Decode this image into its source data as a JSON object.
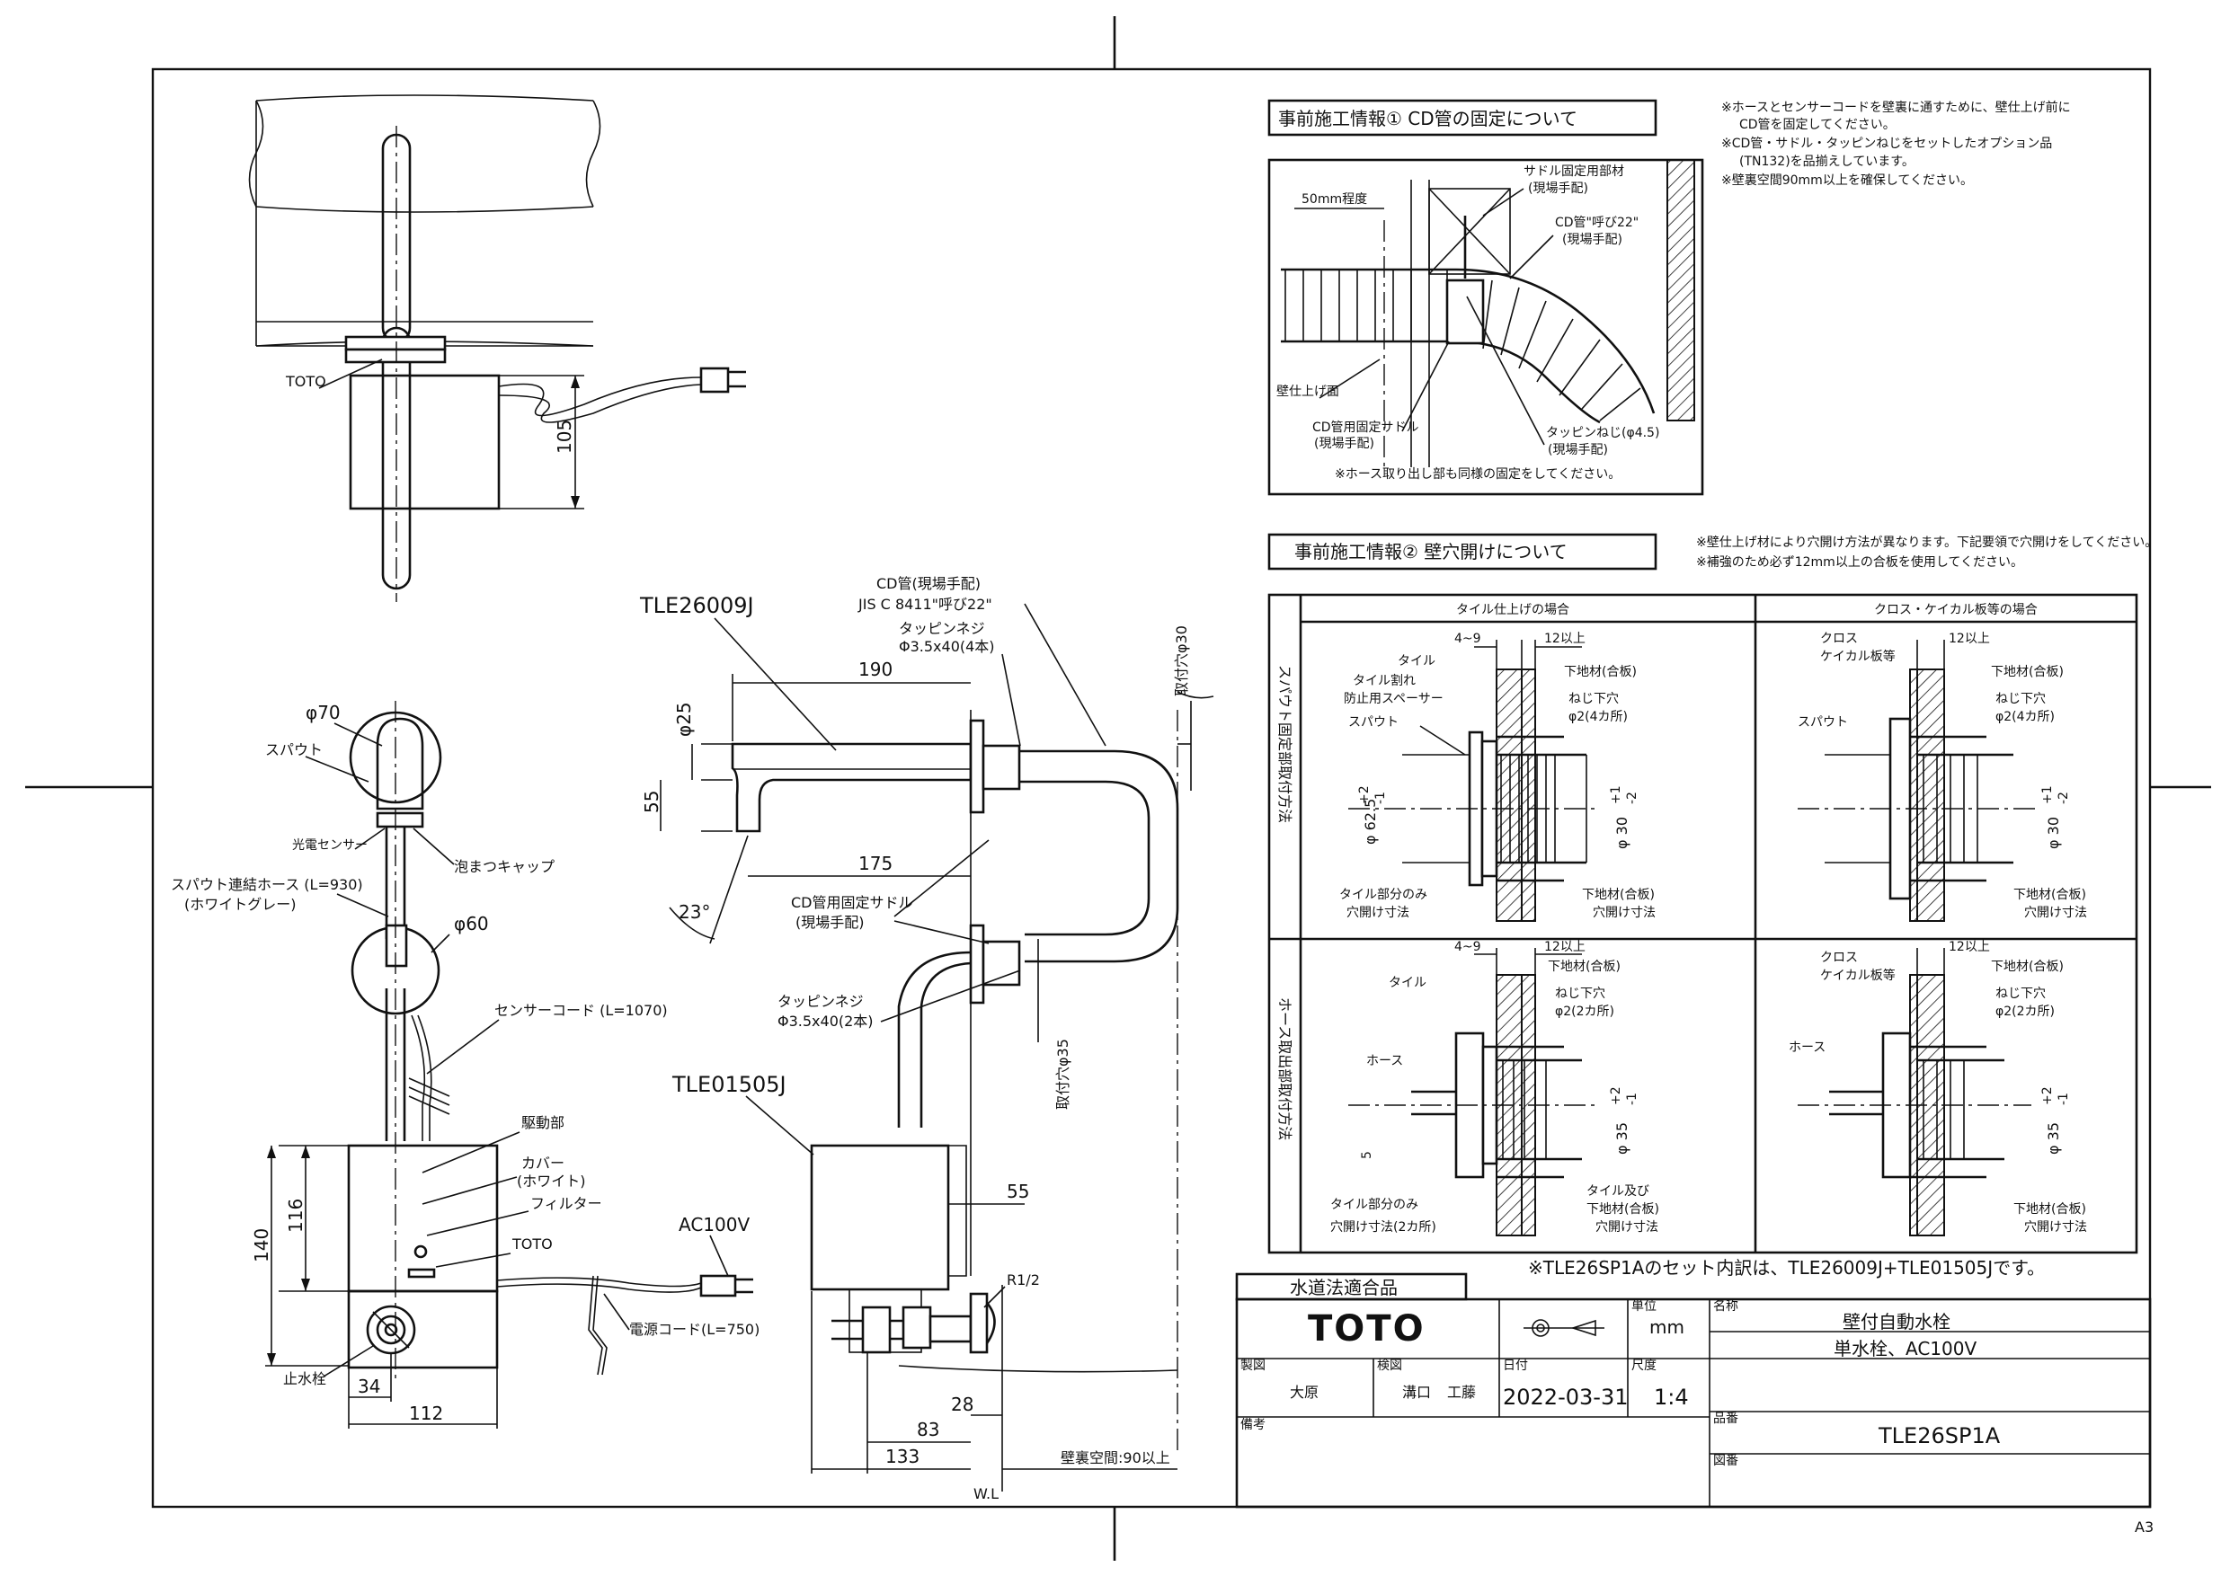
{
  "notes": {
    "prep1_title": "事前施工情報① CD管の固定について",
    "prep1_text_1": "※ホースとセンサーコードを壁裏に通すために、壁仕上げ前に",
    "prep1_text_2": "CD管を固定してください。",
    "prep1_text_3": "※CD管・サドル・タッピンねじをセットしたオプション品",
    "prep1_text_4": "(TN132)を品揃えしています。",
    "prep1_text_5": "※壁裏空間90mm以上を確保してください。",
    "prep2_title": "事前施工情報② 壁穴開けについて",
    "prep2_text_1": "※壁仕上げ材により穴開け方法が異なります。下記要領で穴開けをしてください。",
    "prep2_text_2": "※補強のため必ず12mm以上の合板を使用してください。",
    "set_note": "※TLE26SP1Aのセット内訳は、TLE26009J+TLE01505Jです。",
    "hose_note": "※ホース取り出し部も同様の固定をしてください。"
  },
  "cd_detail": {
    "dim_50": "50mm程度",
    "saddle_member": "サドル固定用部材",
    "saddle_member_2": "(現場手配)",
    "cd_pipe": "CD管\"呼び22\"",
    "cd_pipe_2": "(現場手配)",
    "wall_face": "壁仕上げ面",
    "cd_saddle": "CD管用固定サドル",
    "cd_saddle_2": "(現場手配)",
    "tapping": "タッピンねじ(φ4.5)",
    "tapping_2": "(現場手配)"
  },
  "hole_table": {
    "col_tile": "タイル仕上げの場合",
    "col_cloth": "クロス・ケイカル板等の場合",
    "row_spout": "スパウト固定部取付方法",
    "row_hose": "ホース取出部取付方法",
    "dim_4_9": "4~9",
    "dim_12": "12以上",
    "tile": "タイル",
    "spacer_1": "タイル割れ",
    "spacer_2": "防止用スペーサー",
    "spout": "スパウト",
    "base": "下地材(合板)",
    "screw_hole": "ねじ下穴",
    "screw_4": "φ2(4カ所)",
    "screw_2": "φ2(2カ所)",
    "phi625": "φ 62.5",
    "phi30": "φ 30",
    "phi35": "φ 35",
    "tol_p2": "+2",
    "tol_m1": "-1",
    "tol_p1": "+1",
    "tol_m2": "-2",
    "tile_only_1": "タイル部分のみ",
    "tile_only_2": "穴開け寸法",
    "hole_dim": "穴開け寸法",
    "cloth": "クロス",
    "cal_board": "ケイカル板等",
    "hose": "ホース",
    "dim_5": "5",
    "tile_only_3": "穴開け寸法(2カ所)",
    "tile_and_1": "タイル及び",
    "tile_and_2": "下地材(合板)",
    "base_dim_1": "下地材(合板)",
    "base_dim_2": "穴開け寸法"
  },
  "drawing": {
    "toto_label": "TOTO",
    "dim_105": "105",
    "phi70": "φ70",
    "spout": "スパウト",
    "sensor": "光電センサー",
    "bubble_cap": "泡まつキャップ",
    "spout_hose_1": "スパウト連結ホース (L=930)",
    "spout_hose_2": "(ホワイトグレー)",
    "phi60": "φ60",
    "sensor_cord": "センサーコード (L=1070)",
    "drive": "駆動部",
    "cover_1": "カバー",
    "cover_2": "(ホワイト)",
    "filter": "フィルター",
    "ac100v": "AC100V",
    "power_cord": "電源コード(L=750)",
    "stop_valve": "止水栓",
    "dim_140": "140",
    "dim_116": "116",
    "dim_34": "34",
    "dim_112": "112",
    "tle26009j": "TLE26009J",
    "tle01505j": "TLE01505J",
    "cd_pipe_1": "CD管(現場手配)",
    "cd_pipe_2": "JIS C 8411\"呼び22\"",
    "tap_1": "タッピンネジ",
    "tap_2": "Φ3.5x40(4本)",
    "tap_3": "タッピンネジ",
    "tap_4": "Φ3.5x40(2本)",
    "dim_190": "190",
    "dim_175": "175",
    "dim_25": "φ25",
    "dim_55": "55",
    "dim_23": "23°",
    "cd_saddle_1": "CD管用固定サドル",
    "cd_saddle_2": "(現場手配)",
    "hole30": "取付穴φ30",
    "hole35": "取付穴φ35",
    "dim_55b": "55",
    "r12": "R1/2",
    "dim_28": "28",
    "dim_83": "83",
    "dim_133": "133",
    "wall_space": "壁裏空間:90以上",
    "wl": "W.L"
  },
  "title_block": {
    "compliance": "水道法適合品",
    "brand": "TOTO",
    "unit_label": "単位",
    "unit": "mm",
    "name_label": "名称",
    "name_1": "壁付自動水栓",
    "name_2": "単水栓、AC100V",
    "drawn_label": "製図",
    "drawn": "大原",
    "checked_label": "検図",
    "checked_1": "溝口",
    "checked_2": "工藤",
    "date_label": "日付",
    "date": "2022-03-31",
    "scale_label": "尺度",
    "scale": "1:4",
    "number_label": "品番",
    "number": "TLE26SP1A",
    "remarks_label": "備考",
    "dwg_label": "図番"
  },
  "sheet_size": "A3"
}
